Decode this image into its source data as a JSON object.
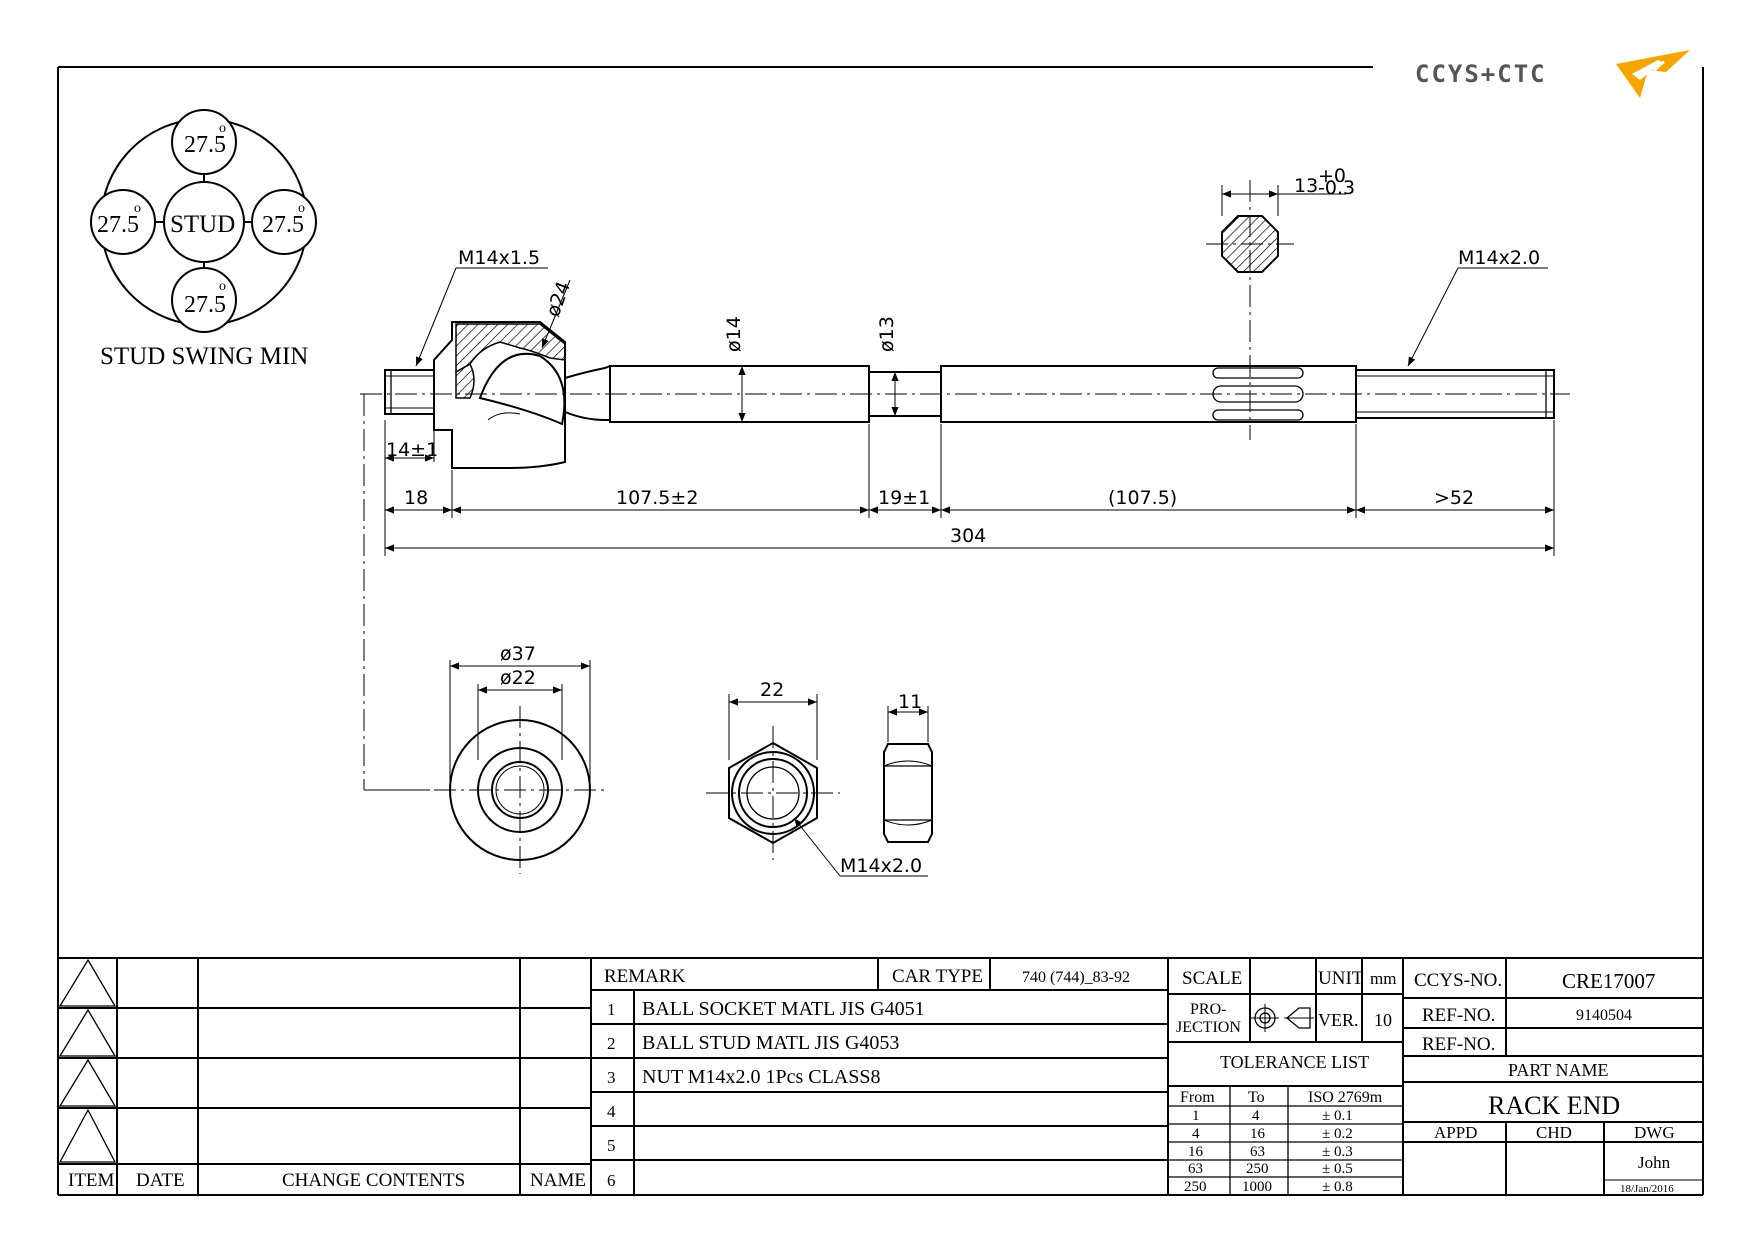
{
  "brand": {
    "logo_text": "CCYS+CTC",
    "accent": "#f5a400"
  },
  "swing": {
    "top": "27.5",
    "left": "27.5",
    "right": "27.5",
    "bottom": "27.5",
    "deg": "o",
    "center": "STUD",
    "caption": "STUD SWING MIN"
  },
  "rod_view": {
    "thread_left": "M14x1.5",
    "ball_dia": "ø24",
    "shaft_dia": "ø14",
    "neck_dia": "ø13",
    "thread_right": "M14x2.0",
    "hex_size": "13",
    "hex_tol_upper": "+0",
    "hex_tol_lower": "-0.3"
  },
  "dimensions": {
    "thread_len": "14±1",
    "seg_1": "18",
    "seg_2": "107.5±2",
    "seg_3": "19±1",
    "seg_4": "(107.5)",
    "seg_5": ">52",
    "overall": "304"
  },
  "washer": {
    "outer": "ø37",
    "inner": "ø22"
  },
  "nut": {
    "across_flats": "22",
    "thickness": "11",
    "thread": "M14x2.0"
  },
  "revision_table": {
    "headers": {
      "item": "ITEM",
      "date": "DATE",
      "change": "CHANGE CONTENTS",
      "name": "NAME"
    }
  },
  "remarks": {
    "header": "REMARK",
    "car_type_label": "CAR TYPE",
    "car_type_value": "740 (744)_83-92",
    "rows": [
      {
        "no": "1",
        "text": "BALL SOCKET MATL JIS G4051"
      },
      {
        "no": "2",
        "text": "BALL STUD MATL JIS G4053"
      },
      {
        "no": "3",
        "text": "NUT  M14x2.0 1Pcs CLASS8"
      },
      {
        "no": "4",
        "text": ""
      },
      {
        "no": "5",
        "text": ""
      },
      {
        "no": "6",
        "text": ""
      }
    ]
  },
  "title_block": {
    "scale_label": "SCALE",
    "scale_value": "",
    "unit_label": "UNIT",
    "unit_value": "mm",
    "projection_label_1": "PRO-",
    "projection_label_2": "JECTION",
    "ver_label": "VER.",
    "ver_value": "10",
    "tolerance_title": "TOLERANCE LIST",
    "tol_headers": {
      "from": "From",
      "to": "To",
      "iso": "ISO 2769m"
    },
    "tolerances": [
      {
        "from": "1",
        "to": "4",
        "tol": "± 0.1"
      },
      {
        "from": "4",
        "to": "16",
        "tol": "± 0.2"
      },
      {
        "from": "16",
        "to": "63",
        "tol": "± 0.3"
      },
      {
        "from": "63",
        "to": "250",
        "tol": "± 0.5"
      },
      {
        "from": "250",
        "to": "1000",
        "tol": "± 0.8"
      }
    ],
    "ccys_no_label": "CCYS-NO.",
    "ccys_no": "CRE17007",
    "ref_no_label": "REF-NO.",
    "ref_no": "9140504",
    "ref_no2_label": "REF-NO.",
    "ref_no2": "",
    "part_name_label": "PART NAME",
    "part_name": "RACK END",
    "appd_label": "APPD",
    "chd_label": "CHD",
    "dwg_label": "DWG",
    "dwg_name": "John",
    "dwg_date": "18/Jan/2016"
  }
}
